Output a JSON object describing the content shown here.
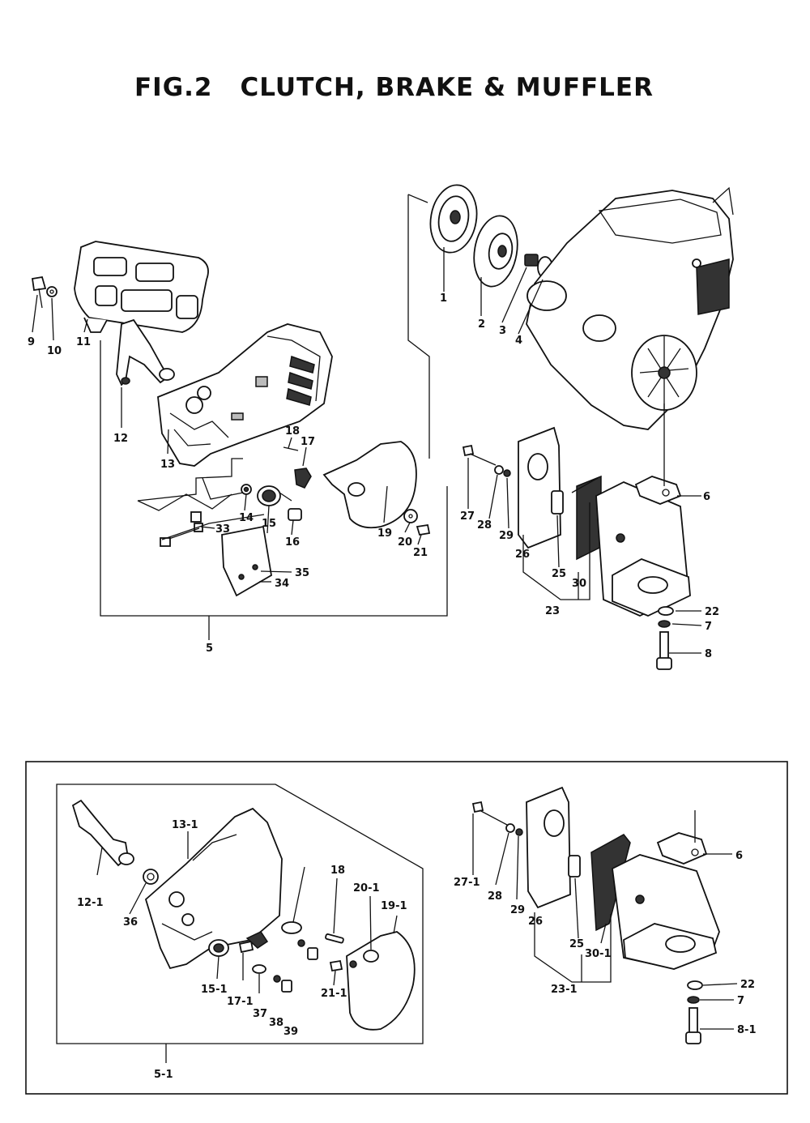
{
  "title": {
    "fig": "FIG.2",
    "text": "CLUTCH, BRAKE & MUFFLER"
  },
  "main_labels": [
    "1",
    "2",
    "3",
    "4",
    "9",
    "10",
    "11",
    "12",
    "13",
    "18",
    "17",
    "14",
    "15",
    "16",
    "19",
    "20",
    "21",
    "33",
    "35",
    "34",
    "5",
    "6",
    "27",
    "28",
    "29",
    "26",
    "25",
    "30",
    "23",
    "22",
    "7",
    "8"
  ],
  "inset_labels": [
    "13-1",
    "12-1",
    "36",
    "15-1",
    "17-1",
    "37",
    "38",
    "39",
    "21-1",
    "18",
    "20-1",
    "19-1",
    "5-1",
    "27-1",
    "28",
    "29",
    "26",
    "25",
    "30-1",
    "23-1",
    "6",
    "22",
    "7",
    "8-1"
  ]
}
